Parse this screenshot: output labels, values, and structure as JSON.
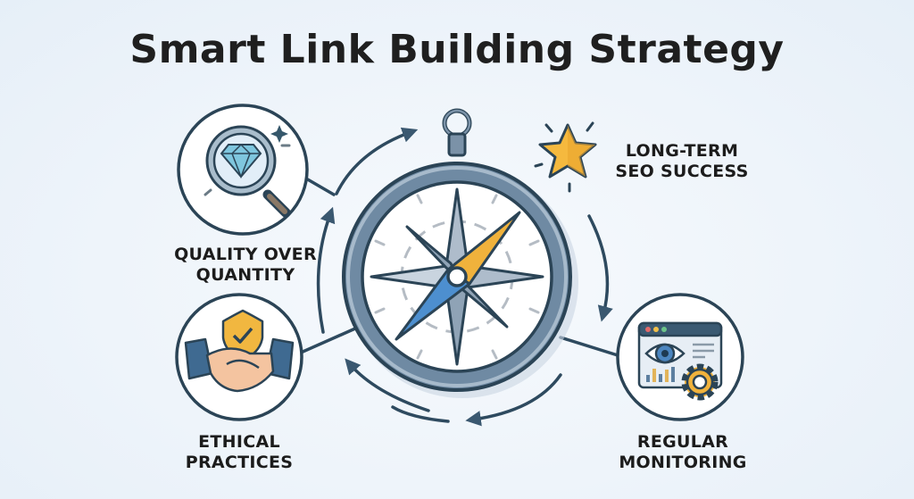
{
  "title": "Smart Link Building Strategy",
  "center": {
    "icon": "compass-icon"
  },
  "nodes": [
    {
      "id": "quality",
      "icon": "diamond-magnifier-icon",
      "lines": [
        "QUALITY OVER",
        "QUANTITY"
      ]
    },
    {
      "id": "ethical",
      "icon": "handshake-shield-icon",
      "lines": [
        "ETHICAL",
        "PRACTICES"
      ]
    },
    {
      "id": "monitoring",
      "icon": "eye-dashboard-gear-icon",
      "lines": [
        "REGULAR",
        "MONITORING"
      ]
    },
    {
      "id": "success",
      "icon": "star-icon",
      "lines": [
        "LONG-TERM",
        "SEO SUCCESS"
      ]
    }
  ],
  "colors": {
    "background": "#e9f1f9",
    "outline": "#2b4456",
    "ring": "#6f8aa3",
    "needle_gold": "#f0b23c",
    "needle_blue": "#4d8fcf",
    "star": "#f5b93e",
    "text": "#1c1c1c"
  }
}
